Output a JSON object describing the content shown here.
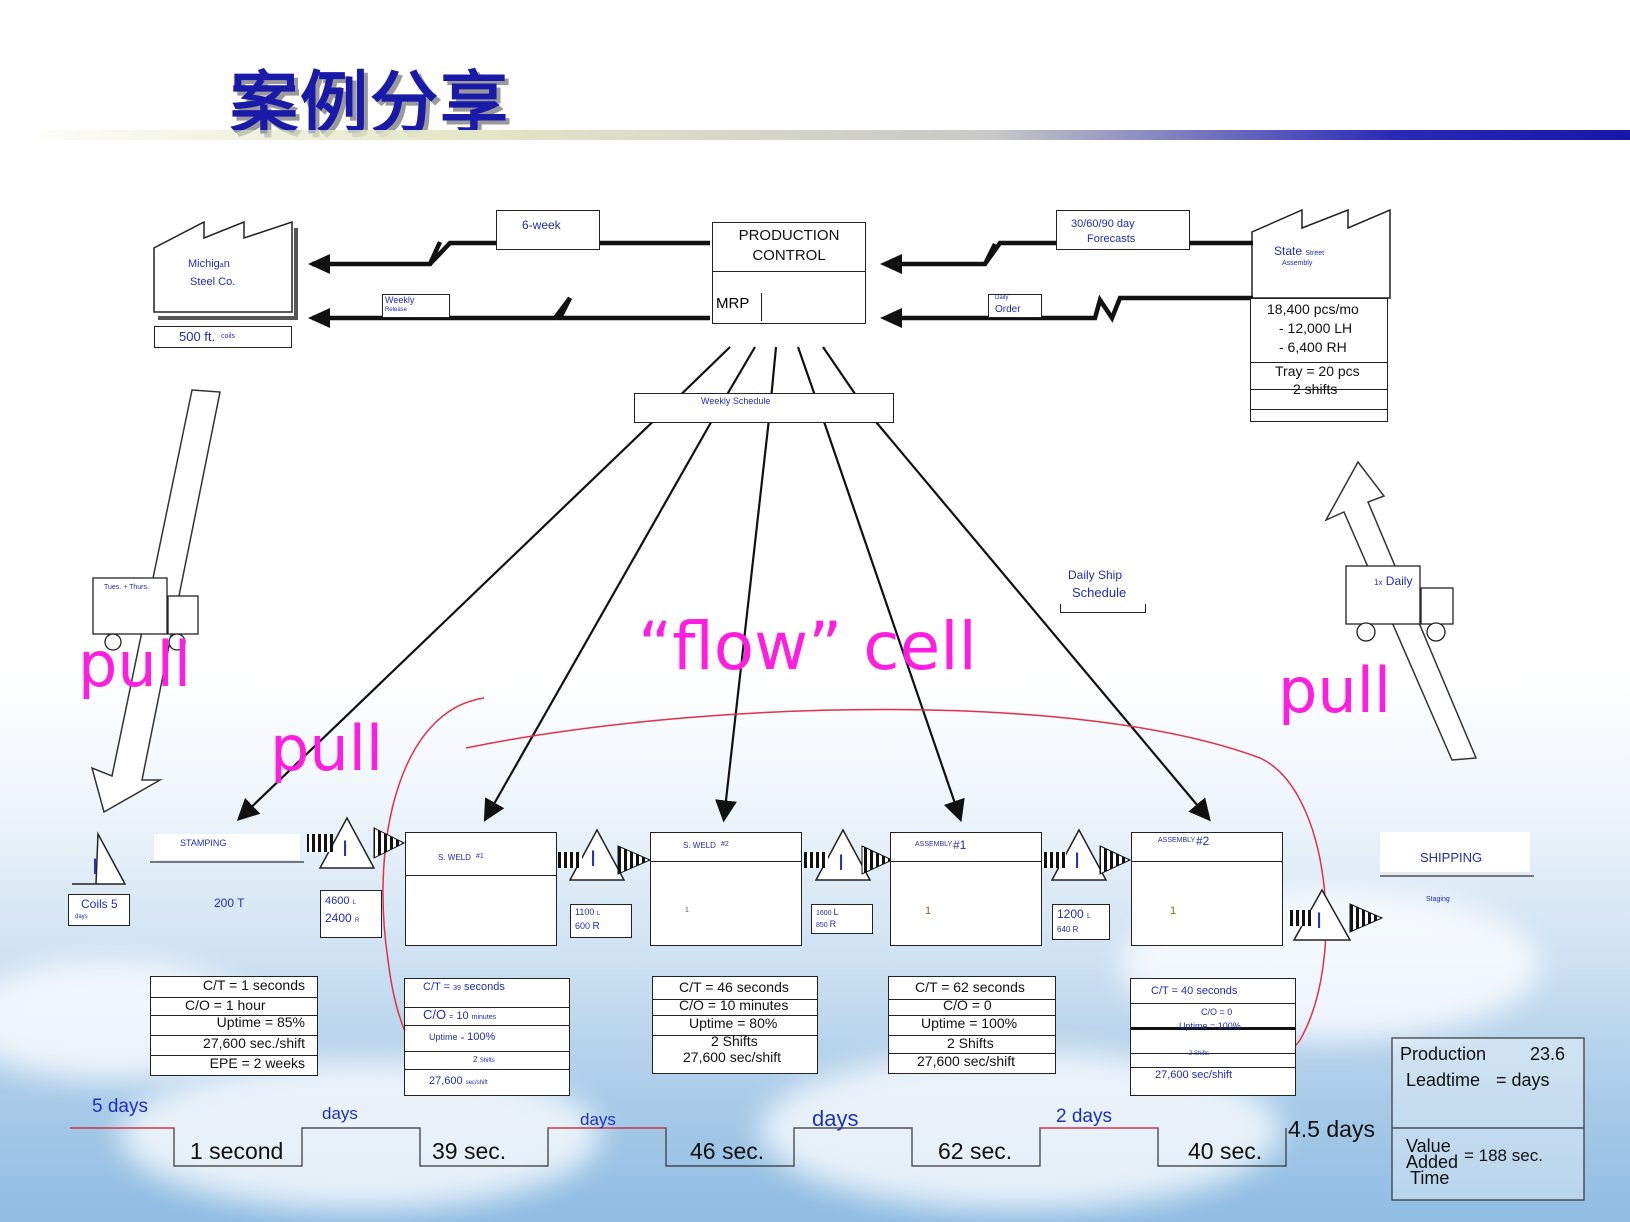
{
  "title": "案例分享",
  "supplier": {
    "name1": "Michig",
    "name1_sub": "a",
    "name1_end": "n",
    "name2": "Steel Co.",
    "qty": "500 ft.",
    "qty_unit": "coils"
  },
  "customer": {
    "name": "State",
    "name_sub": "Street",
    "name2": "Assembly",
    "demand": "18,400 pcs/mo",
    "lh": "- 12,000 LH",
    "rh": "-   6,400 RH",
    "tray": "Tray = 20 pcs",
    "shifts": "2 shifts"
  },
  "production_control": {
    "line1": "PRODUCTION",
    "line2": "CONTROL",
    "mrp": "MRP"
  },
  "info_labels": {
    "forecast_left": "6-week",
    "weekly_release": "Weekly",
    "weekly_release2": "Release",
    "forecast_right": "30/60/90 day",
    "forecast_right2": "Forecasts",
    "daily_order": "Daily",
    "daily_order2": "Order",
    "weekly_schedule": "Weekly Schedule",
    "daily_ship1": "Daily Ship",
    "daily_ship2": "Schedule"
  },
  "trucks": {
    "left": "Tues.  +  Thurs.",
    "right_prefix": "1x",
    "right": "Daily"
  },
  "annotations": {
    "pull_left": "pull",
    "pull_mid": "pull",
    "pull_right": "pull",
    "flow_cell": "“flow” cell"
  },
  "processes": [
    {
      "name": "STAMPING",
      "info": "200 T"
    },
    {
      "name": "S. WELD",
      "num": "#1"
    },
    {
      "name": "S. WELD",
      "num": "#2"
    },
    {
      "name": "ASSEMBLY",
      "num": "#1"
    },
    {
      "name": "ASSEMBLY",
      "num": "#2"
    },
    {
      "name": "SHIPPING",
      "sub": "Staging"
    }
  ],
  "operator_counts": [
    "1",
    "1",
    "1"
  ],
  "inventory": {
    "coils": "Coils  5",
    "coils_days": "days",
    "i1a": "4600",
    "i1a_u": "L",
    "i1b": "2400",
    "i1b_u": "R",
    "i2a": "1100",
    "i2a_u": "L",
    "i2b": "600",
    "i2b_u": "R",
    "i3a": "1600",
    "i3a_u": "L",
    "i3b": "850",
    "i3b_u": "R",
    "i4a": "1200",
    "i4a_u": "L",
    "i4b": "640",
    "i4b_u": "R"
  },
  "data_boxes": {
    "stamping": [
      "C/T = 1 seconds",
      "C/O = 1 hour",
      "Uptime = 85%",
      "27,600 sec./shift",
      "EPE = 2 weeks"
    ],
    "weld1": [
      "C/T =",
      "39",
      "seconds",
      "C/O",
      "=",
      "10",
      "minutes",
      "Uptime",
      "=",
      "100%",
      "2",
      "Shifts",
      "27,600",
      "sec/shift"
    ],
    "weld2": [
      "C/T = 46 seconds",
      "C/O = 10 minutes",
      "Uptime = 80%",
      "2 Shifts",
      "27,600 sec/shift"
    ],
    "assy1": [
      "C/T = 62 seconds",
      "C/O = 0",
      "Uptime = 100%",
      "2 Shifts",
      "27,600 sec/shift"
    ],
    "assy2": [
      "C/T = 40 seconds",
      "C/O = 0",
      "Uptime = 100%",
      "2 Shifts",
      "27,600 sec/shift"
    ]
  },
  "timeline": {
    "days": [
      "5 days",
      "days",
      "days",
      "days",
      "2 days",
      "4.5 days"
    ],
    "secs": [
      "1 second",
      "39 sec.",
      "46 sec.",
      "62 sec.",
      "40 sec."
    ]
  },
  "summary": {
    "production": "Production",
    "leadtime": "Leadtime",
    "pl_value": "23.6",
    "pl_unit": "= days",
    "va1": "Value",
    "va2": "Added",
    "va3": "Time",
    "va_value": "= 188 sec."
  },
  "colors": {
    "title": "#1a1aa8",
    "annotation": "#ff1ee0",
    "flow_outline": "#e0304a",
    "label_blue": "#2231b8"
  }
}
